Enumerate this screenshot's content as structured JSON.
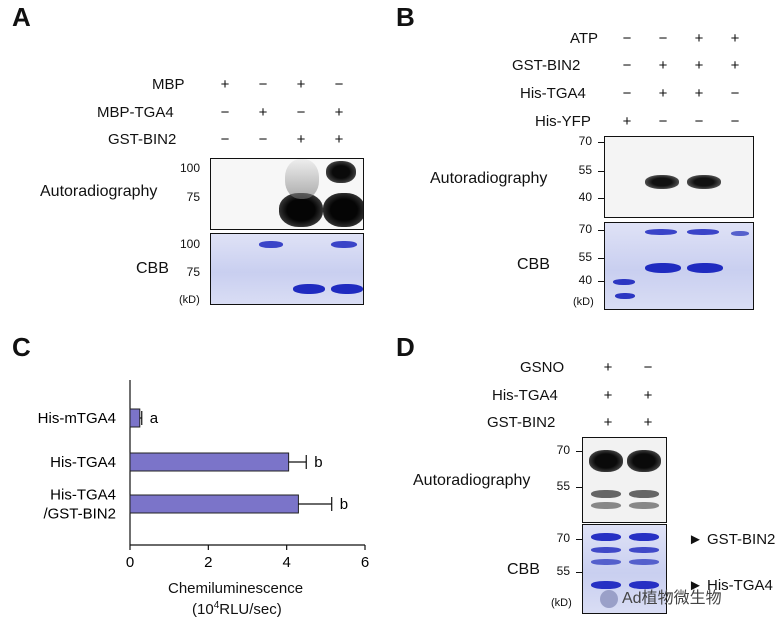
{
  "panelA": {
    "label": "A",
    "rows": [
      "MBP",
      "MBP-TGA4",
      "GST-BIN2"
    ],
    "signs": [
      [
        "+",
        "−",
        "+",
        "−"
      ],
      [
        "−",
        "+",
        "−",
        "+"
      ],
      [
        "−",
        "−",
        "+",
        "+"
      ]
    ],
    "auto_label": "Autoradiography",
    "auto_mw": [
      "100",
      "75"
    ],
    "cbb_label": "CBB",
    "cbb_mw": [
      "100",
      "75"
    ],
    "kd": "(kD)"
  },
  "panelB": {
    "label": "B",
    "rows": [
      "ATP",
      "GST-BIN2",
      "His-TGA4",
      "His-YFP"
    ],
    "signs": [
      [
        "−",
        "−",
        "+",
        "+"
      ],
      [
        "−",
        "+",
        "+",
        "+"
      ],
      [
        "−",
        "+",
        "+",
        "−"
      ],
      [
        "+",
        "−",
        "−",
        "−"
      ]
    ],
    "auto_label": "Autoradiography",
    "auto_mw": [
      "70",
      "55",
      "40"
    ],
    "cbb_label": "CBB",
    "cbb_mw": [
      "70",
      "55",
      "40"
    ],
    "kd": "(kD)"
  },
  "panelC": {
    "label": "C",
    "chart_data": {
      "type": "bar",
      "orientation": "horizontal",
      "categories": [
        "His-mTGA4",
        "His-TGA4",
        "His-TGA4\n/GST-BIN2"
      ],
      "values": [
        0.25,
        4.05,
        4.3
      ],
      "errors": [
        0.05,
        0.45,
        0.85
      ],
      "significance": [
        "a",
        "b",
        "b"
      ],
      "xlabel": "Chemiluminescence",
      "xlabel_unit_pre": "(10",
      "xlabel_unit_sup": "4",
      "xlabel_unit_post": "RLU/sec)",
      "xlim": [
        0,
        6
      ],
      "xticks": [
        "0",
        "2",
        "4",
        "6"
      ],
      "bar_color": "#7b74c9"
    }
  },
  "panelD": {
    "label": "D",
    "rows": [
      "GSNO",
      "His-TGA4",
      "GST-BIN2"
    ],
    "signs": [
      [
        "+",
        "−"
      ],
      [
        "+",
        "+"
      ],
      [
        "+",
        "+"
      ]
    ],
    "auto_label": "Autoradiography",
    "auto_mw": [
      "70",
      "55"
    ],
    "cbb_label": "CBB",
    "cbb_mw": [
      "70",
      "55"
    ],
    "kd": "(kD)",
    "arrow_labels": [
      "GST-BIN2",
      "His-TGA4"
    ]
  },
  "watermark": "Ad植物微生物"
}
